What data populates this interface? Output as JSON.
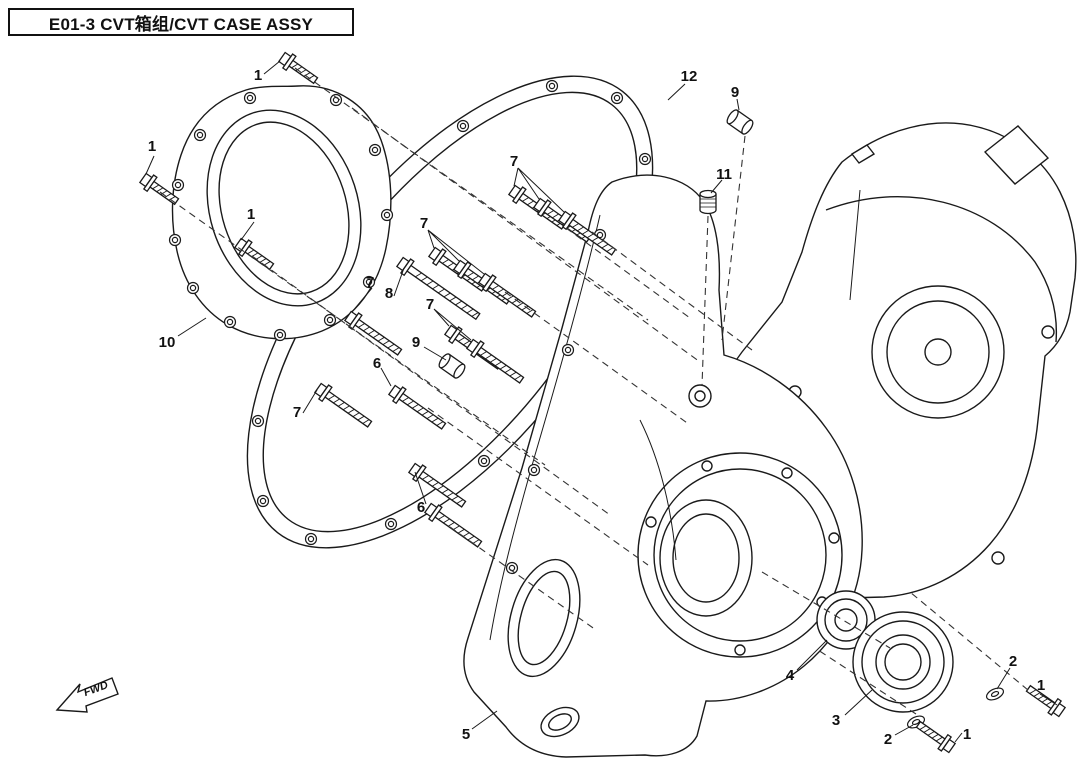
{
  "title_box": {
    "text": "E01-3 CVT箱组/CVT CASE ASSY"
  },
  "fwd_marker": {
    "label": "FWD"
  },
  "callouts": [
    {
      "label": "1"
    },
    {
      "label": "1"
    },
    {
      "label": "1"
    },
    {
      "label": "10"
    },
    {
      "label": "12"
    },
    {
      "label": "9"
    },
    {
      "label": "11"
    },
    {
      "label": "7"
    },
    {
      "label": "7"
    },
    {
      "label": "7"
    },
    {
      "label": "8"
    },
    {
      "label": "7"
    },
    {
      "label": "9"
    },
    {
      "label": "6"
    },
    {
      "label": "7"
    },
    {
      "label": "6"
    },
    {
      "label": "5"
    },
    {
      "label": "4"
    },
    {
      "label": "3"
    },
    {
      "label": "2"
    },
    {
      "label": "2"
    },
    {
      "label": "1"
    },
    {
      "label": "1"
    }
  ]
}
